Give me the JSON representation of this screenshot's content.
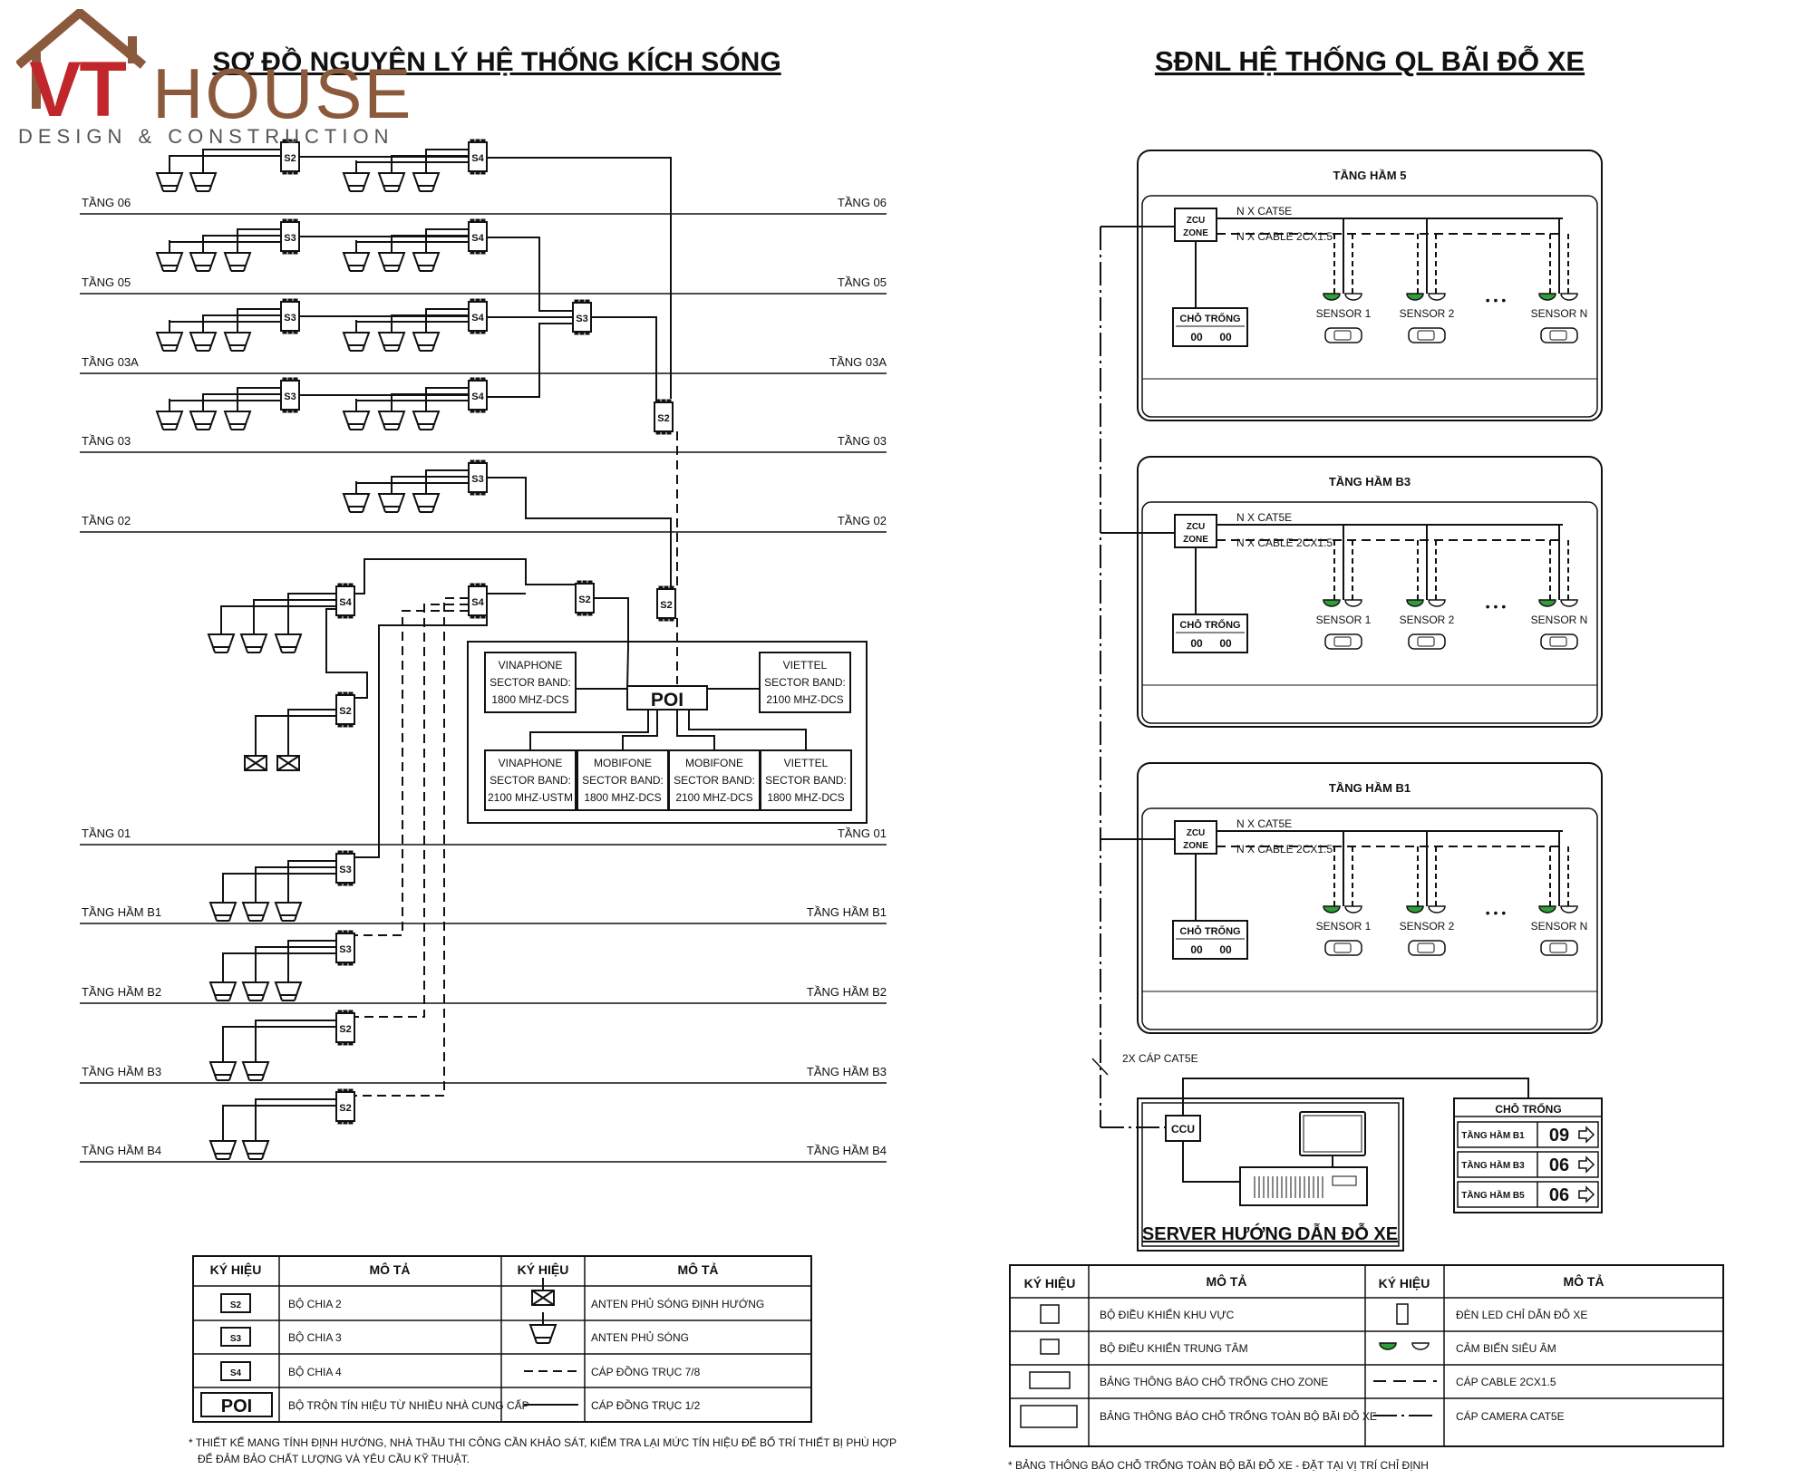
{
  "logo": {
    "brand_vt": "VT",
    "brand_house": "HOUSE",
    "tagline": "DESIGN & CONSTRUCTION",
    "color_red": "#c0262a",
    "color_brown": "#8b5a3c"
  },
  "left": {
    "title": "SƠ ĐỒ NGUYÊN LÝ HỆ THỐNG KÍCH SÓNG",
    "floors": [
      "TẦNG 06",
      "TẦNG 05",
      "TẦNG 03A",
      "TẦNG 03",
      "TẦNG 02",
      "TẦNG 01",
      "TẦNG HẦM B1",
      "TẦNG HẦM B2",
      "TẦNG HẦM B3",
      "TẦNG HẦM B4"
    ],
    "splitters": {
      "s2": "S2",
      "s3": "S3",
      "s4": "S4"
    },
    "poi": "POI",
    "providers": [
      {
        "l1": "VINAPHONE",
        "l2": "SECTOR BAND:",
        "l3": "1800 MHZ-DCS"
      },
      {
        "l1": "VIETTEL",
        "l2": "SECTOR BAND:",
        "l3": "2100 MHZ-DCS"
      },
      {
        "l1": "VINAPHONE",
        "l2": "SECTOR BAND:",
        "l3": "2100 MHZ-USTM"
      },
      {
        "l1": "MOBIFONE",
        "l2": "SECTOR BAND:",
        "l3": "1800 MHZ-DCS"
      },
      {
        "l1": "MOBIFONE",
        "l2": "SECTOR BAND:",
        "l3": "2100 MHZ-DCS"
      },
      {
        "l1": "VIETTEL",
        "l2": "SECTOR BAND:",
        "l3": "1800 MHZ-DCS"
      }
    ],
    "legend": {
      "h_symbol": "KÝ HIỆU",
      "h_desc": "MÔ TẢ",
      "rows": [
        {
          "sym": "S2",
          "desc": "BỘ CHIA 2",
          "desc2": "ANTEN PHỦ SÓNG ĐỊNH HƯỚNG"
        },
        {
          "sym": "S3",
          "desc": "BỘ CHIA 3",
          "desc2": "ANTEN PHỦ SÓNG"
        },
        {
          "sym": "S4",
          "desc": "BỘ CHIA 4",
          "desc2": "CÁP ĐỒNG TRỤC 7/8"
        },
        {
          "sym": "POI",
          "desc": "BỘ TRỘN TÍN HIỆU TỪ NHIỀU NHÀ CUNG CẤP",
          "desc2": "CÁP ĐỒNG TRỤC 1/2"
        }
      ]
    },
    "note1": "* THIẾT KẾ MANG TÍNH ĐỊNH HƯỚNG, NHÀ THẦU THI CÔNG CẦN KHẢO SÁT, KIỂM TRA LẠI MỨC TÍN HIỆU ĐỂ BỐ TRÍ THIẾT BỊ PHÙ HỢP",
    "note2": "ĐỂ ĐẢM BẢO CHẤT LƯỢNG VÀ YÊU CẦU KỸ THUẬT."
  },
  "right": {
    "title": "SĐNL HỆ THỐNG QL BÃI ĐỖ XE",
    "panels": [
      {
        "title": "TẦNG HẦM 5"
      },
      {
        "title": "TẦNG HẦM B3"
      },
      {
        "title": "TẦNG HẦM B1"
      }
    ],
    "zcu": "ZCU",
    "zone": "ZONE",
    "cat5e": "N X CAT5E",
    "cable": "N X CABLE 2CX1.5",
    "cho_trong": "CHỖ TRỐNG",
    "zero": "00",
    "sensors": [
      "SENSOR 1",
      "SENSOR 2",
      "SENSOR N"
    ],
    "dots": "• • •",
    "cap_cat5e": "2X CÁP CAT5E",
    "ccu": "CCU",
    "server": "SERVER HƯỚNG DẪN ĐỖ XE",
    "board": {
      "title": "CHỖ TRỐNG",
      "rows": [
        {
          "label": "TẦNG HẦM B1",
          "value": "09"
        },
        {
          "label": "TẦNG HẦM B3",
          "value": "06"
        },
        {
          "label": "TẦNG HẦM B5",
          "value": "06"
        }
      ]
    },
    "legend": {
      "h_symbol": "KÝ HIỆU",
      "h_desc": "MÔ TẢ",
      "rows": [
        {
          "desc": "BỘ ĐIỀU KHIỂN KHU VỰC",
          "desc2": "ĐÈN LED CHỈ DẪN ĐỖ XE"
        },
        {
          "desc": "BỘ ĐIỀU KHIỂN TRUNG TÂM",
          "desc2": "CẢM BIẾN SIÊU ÂM"
        },
        {
          "desc": "BẢNG THÔNG BÁO CHỖ TRỐNG CHO ZONE",
          "desc2": "CÁP CABLE 2CX1.5"
        },
        {
          "desc": "BẢNG THÔNG BÁO CHỖ TRỐNG TOÀN BỘ BÃI ĐỖ XE",
          "desc2": "CÁP CAMERA CAT5E"
        }
      ]
    },
    "note": "* BẢNG THÔNG BÁO CHỖ TRỐNG TOÀN BỘ BÃI ĐỖ XE - ĐẶT TẠI VỊ TRÍ CHỈ ĐỊNH",
    "sensor_green": "#2e9e3a"
  }
}
